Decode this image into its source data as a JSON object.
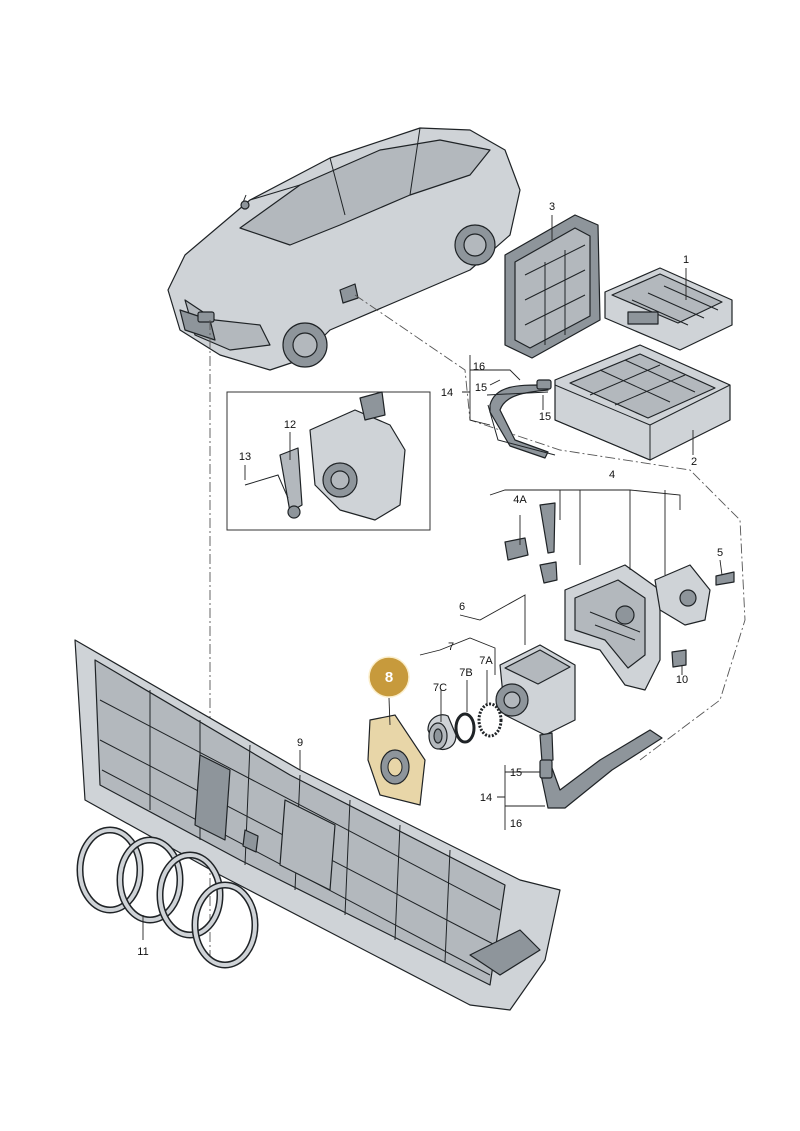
{
  "callouts": {
    "c1": "1",
    "c2": "2",
    "c3": "3",
    "c4": "4",
    "c4a": "4A",
    "c5": "5",
    "c6": "6",
    "c7": "7",
    "c7a": "7A",
    "c7b": "7B",
    "c7c": "7C",
    "c8": "8",
    "c9": "9",
    "c10": "10",
    "c11": "11",
    "c12": "12",
    "c13": "13",
    "c14_top": "14",
    "c15_top_a": "15",
    "c15_top_b": "15",
    "c16_top": "16",
    "c14_bottom": "14",
    "c15_bottom": "15",
    "c16_bottom": "16"
  },
  "highlight": {
    "part_number": "8",
    "badge_color": "#c79a3c",
    "part_color": "#e8d6a8"
  }
}
